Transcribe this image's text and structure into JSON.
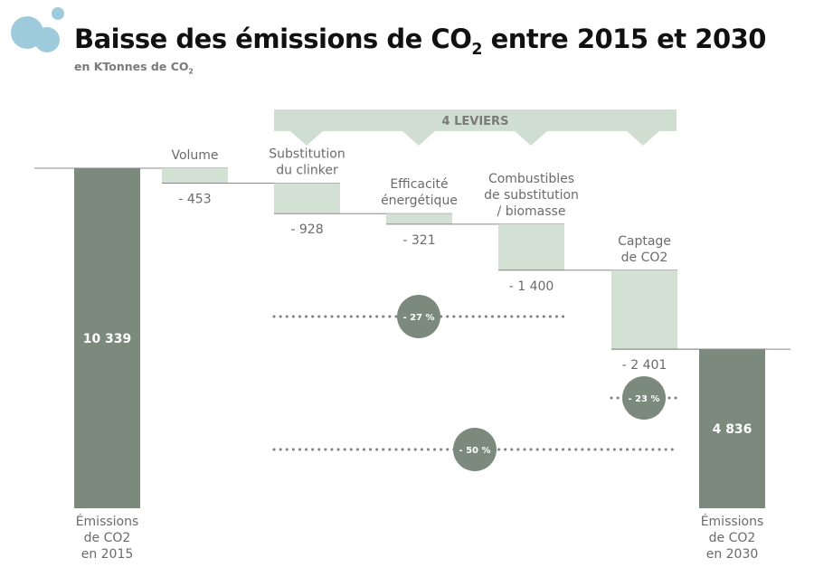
{
  "chart_data": {
    "type": "waterfall",
    "title": "Baisse des émissions de CO2 entre 2015 et 2030",
    "title_parts": {
      "main": "Baisse des émissions de CO",
      "sub": "2",
      "rest": " entre 2015 et 2030"
    },
    "subtitle": "en KTonnes de CO2",
    "subtitle_parts": {
      "main": "en KTonnes de CO",
      "sub": "2"
    },
    "banner": "4 LEVIERS",
    "ylim": [
      0,
      10339
    ],
    "steps": [
      {
        "label": [
          "Émissions",
          "de CO2",
          "en 2015"
        ],
        "value": 10339,
        "value_label": "10 339",
        "kind": "total"
      },
      {
        "label": [
          "Volume"
        ],
        "value": -453,
        "value_label": "- 453",
        "kind": "delta"
      },
      {
        "label": [
          "Substitution",
          "du clinker"
        ],
        "value": -928,
        "value_label": "- 928",
        "kind": "delta"
      },
      {
        "label": [
          "Efficacité",
          "énergétique"
        ],
        "value": -321,
        "value_label": "- 321",
        "kind": "delta"
      },
      {
        "label": [
          "Combustibles",
          "de substitution",
          "/ biomasse"
        ],
        "value": -1400,
        "value_label": "- 1 400",
        "kind": "delta"
      },
      {
        "label": [
          "Captage",
          "de CO2"
        ],
        "value": -2401,
        "value_label": "- 2 401",
        "kind": "delta"
      },
      {
        "label": [
          "Émissions",
          "de CO2",
          "en 2030"
        ],
        "value": 4836,
        "value_label": "4 836",
        "kind": "total"
      }
    ],
    "annotations": [
      {
        "text": "- 27 %",
        "from_step": 2,
        "to_step": 4
      },
      {
        "text": "- 23 %",
        "from_step": 5,
        "to_step": 5
      },
      {
        "text": "- 50 %",
        "from_step": 2,
        "to_step": 5
      }
    ],
    "colors": {
      "total": "#7b8a7d",
      "delta": "#d3e1d5",
      "banner": "#d0ddd1",
      "text": "#6b6b6b",
      "logo": "#9ecbdc"
    }
  }
}
